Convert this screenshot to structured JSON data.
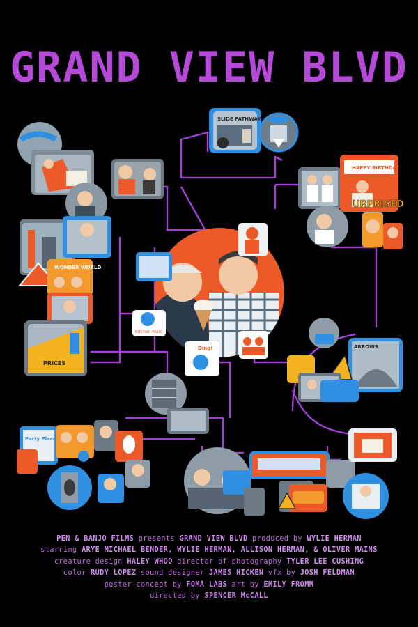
{
  "poster": {
    "title": "GRAND VIEW BLVD",
    "panel_texts": {
      "slide_pathway": "SLIDE PATHWAY",
      "happy_birthday": "HAPPY BIRTHDAY",
      "surprised": "URPRISED",
      "wonder_world": "WONDER WORLD",
      "party_place": "Party Place",
      "ding": "Ding!",
      "prices": "PRICES",
      "kitchen_maid": "Kitchen-Maid",
      "arrows": "ARROWS"
    },
    "credits": [
      {
        "a": "PEN & BANJO FILMS",
        "b": " presents ",
        "c": "GRAND VIEW BLVD",
        "d": " produced by ",
        "e": "WYLIE HERMAN"
      },
      {
        "a": "starring ",
        "b": "ARYE MICHAEL BENDER, WYLIE HERMAN, ALLISON HERMAN, & OLIVER MAINS"
      },
      {
        "a": "creature design ",
        "b": "HALEY WHOO",
        "c": " director of photography ",
        "d": "TYLER LEE CUSHING"
      },
      {
        "a": "color ",
        "b": "RUDY LOPEZ",
        "c": " sound designer ",
        "d": "JAMES HICKEN",
        "e": " vfx by ",
        "f": "JOSH FELDMAN"
      },
      {
        "a": "poster concept by ",
        "b": "FOMA LABS",
        "c": " art by ",
        "d": "EMILY FROMM"
      },
      {
        "a": "directed by ",
        "b": "SPENCER McCALL"
      }
    ],
    "colors": {
      "background": "#000000",
      "title": "#b54ad9",
      "path": "#a240d4",
      "blue": "#2f8fe0",
      "orange": "#ec5a2a",
      "gray": "#9aa4ad"
    }
  }
}
